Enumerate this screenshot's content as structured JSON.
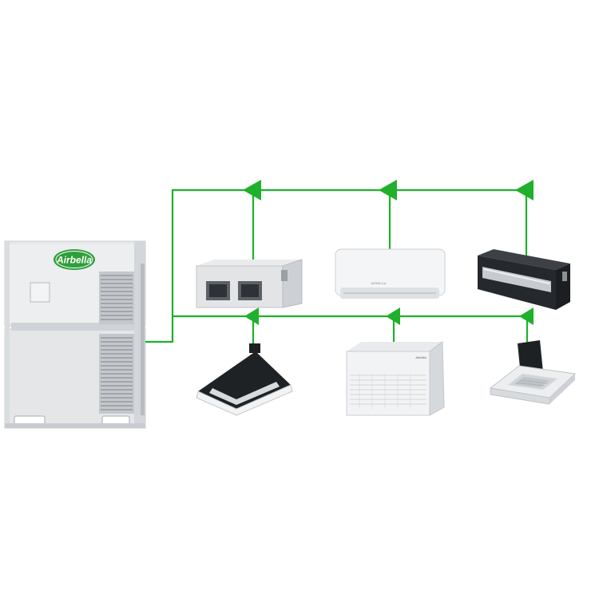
{
  "diagram": {
    "outdoor_unit": {
      "brand": "Airbella"
    },
    "indoor_units": [
      {
        "kind": "ducted-unit",
        "row": "upper"
      },
      {
        "kind": "wall-split-unit",
        "row": "upper",
        "badge": "AIRBELLA"
      },
      {
        "kind": "slim-duct-unit",
        "row": "upper"
      },
      {
        "kind": "one-way-cassette",
        "row": "lower"
      },
      {
        "kind": "ceiling-floor-unit",
        "row": "lower",
        "badge": "Airbella"
      },
      {
        "kind": "four-way-cassette",
        "row": "lower"
      }
    ],
    "colors": {
      "pipe": "#1fb02c",
      "arrow": "#1fb02c",
      "logo_green": "#2e9e3a",
      "unit_gray": "#e4e6e8"
    }
  }
}
